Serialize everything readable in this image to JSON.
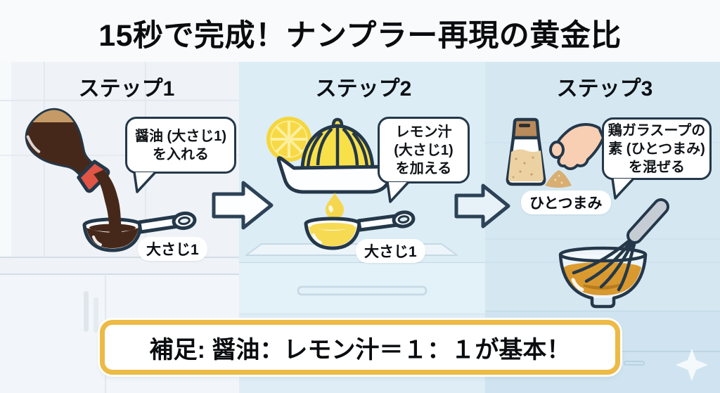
{
  "title": "15秒で完成！ナンプラー再現の黄金比",
  "steps": [
    {
      "label": "ステップ1",
      "bubble_lines": [
        "醤油 (大さじ1)",
        "を入れる"
      ],
      "amount": "大さじ1",
      "icon": "soy-sauce-bottle-pouring-into-tablespoon"
    },
    {
      "label": "ステップ2",
      "bubble_lines": [
        "レモン汁",
        "(大さじ1)",
        "を加える"
      ],
      "amount": "大さじ1",
      "icon": "lemon-slice-citrus-juicer-drop-into-tablespoon"
    },
    {
      "label": "ステップ3",
      "bubble_lines": [
        "鶏ガラスープの",
        "素 (ひとつまみ)",
        "を混ぜる"
      ],
      "amount": "ひとつまみ",
      "icon": "stock-powder-shaker-pinching-hand-whisk-bowl"
    }
  ],
  "footer_note": "補足: 醤油：レモン汁＝１：１が基本！",
  "colors": {
    "outline_navy": "#24384a",
    "accent_gold": "#ecba45",
    "soy_brown": "#46281a",
    "bottle_tan_band": "#c59a66",
    "cap_red": "#e05546",
    "lemon_yellow": "#f6d744",
    "juicer_yellow": "#f8e049",
    "broth_amber": "#d9992f",
    "skin": "#f8cfb3",
    "powder_tan": "#e3c69a",
    "wall_left": "#eff3f7",
    "panel_center": "#dcedf5",
    "panel_right": "#d5e8f2"
  }
}
